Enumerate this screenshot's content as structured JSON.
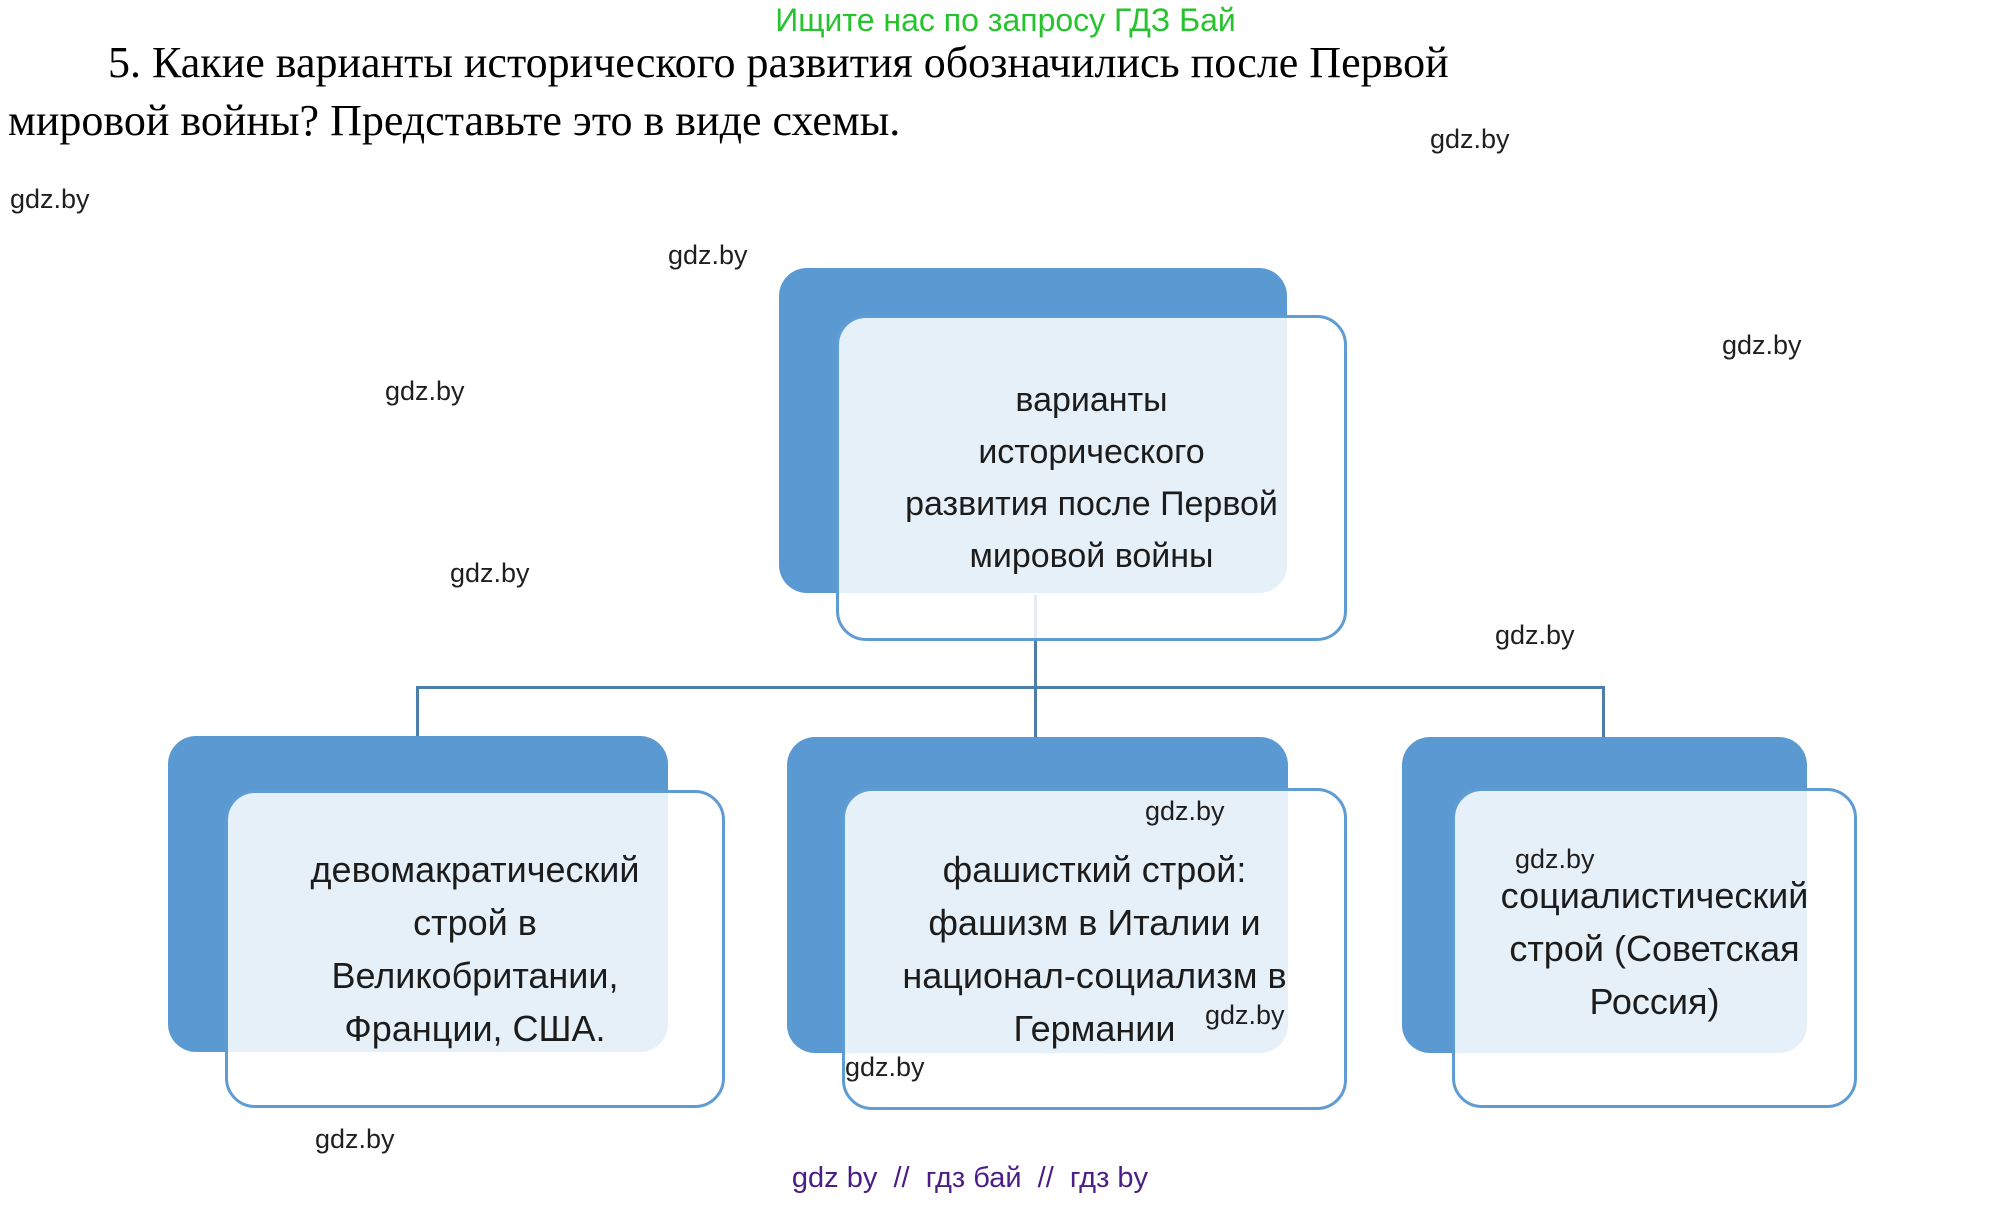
{
  "header": {
    "promo": "Ищите нас по запросу ГДЗ Бай"
  },
  "title": {
    "lines": [
      "5. Какие варианты исторического развития обозначились после Первой",
      "мировой войны? Представьте это в виде схемы."
    ]
  },
  "watermark": {
    "text": "gdz.by"
  },
  "footer": {
    "text": "gdz by  //  гдз бай  //  гдз by"
  },
  "diagram": {
    "root": {
      "lines": [
        "варианты",
        "исторического",
        "развития после Первой",
        "мировой войны"
      ]
    },
    "children": [
      {
        "id": "democratic",
        "lines": [
          "девомакратический",
          "строй в",
          "Великобритании,",
          "Франции, США."
        ]
      },
      {
        "id": "fascist",
        "lines": [
          "фашисткий строй:",
          "фашизм в Италии и",
          "национал-социализм в",
          "Германии"
        ]
      },
      {
        "id": "socialist",
        "lines": [
          "социалистический",
          "строй (Советская",
          "Россия)"
        ]
      }
    ],
    "colors": {
      "node_fill_blue": "#5b99d2",
      "node_border_blue": "#5f9cd3",
      "connector_blue": "#4e7dab",
      "promo_green": "#26c32e",
      "footer_purple": "#4b1d86",
      "text_black": "#1c1c1c"
    }
  }
}
